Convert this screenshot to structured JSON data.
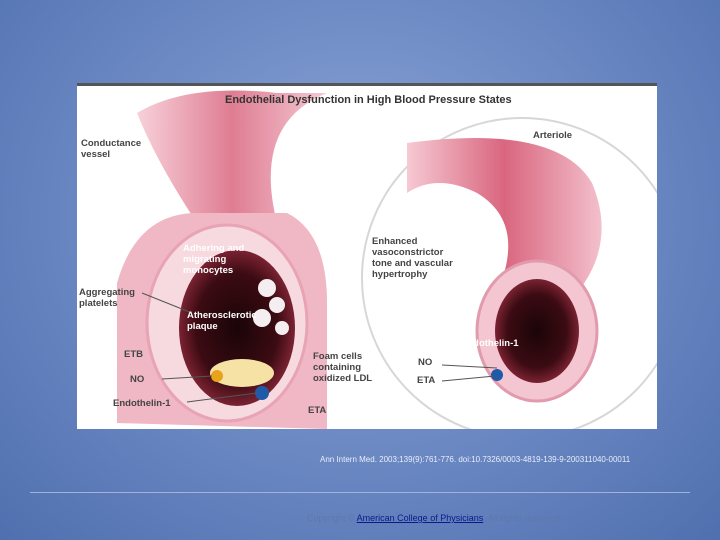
{
  "figure": {
    "title": "Endothelial Dysfunction in High Blood Pressure States",
    "labels": {
      "conductance_vessel": "Conductance vessel",
      "arteriole": "Arteriole",
      "adhering_monocytes": "Adhering and migrating monocytes",
      "aggregating_platelets": "Aggregating platelets",
      "atherosclerotic_plaque": "Atherosclerotic plaque",
      "etb": "ETB",
      "no_left": "NO",
      "endothelin_left": "Endothelin-1",
      "foam_cells": "Foam cells containing oxidized LDL",
      "eta_left": "ETA",
      "enhanced_tone": "Enhanced vasoconstrictor tone and vascular hypertrophy",
      "endothelin_right": "Endothelin-1",
      "no_right": "NO",
      "eta_right": "ETA"
    }
  },
  "citation": "Ann Intern Med. 2003;139(9):761-776. doi:10.7326/0003-4819-139-9-200311040-00011",
  "copyright": {
    "prefix": "Copyright © ",
    "link": "American College of Physicians",
    "suffix": ". All rights reserved."
  }
}
